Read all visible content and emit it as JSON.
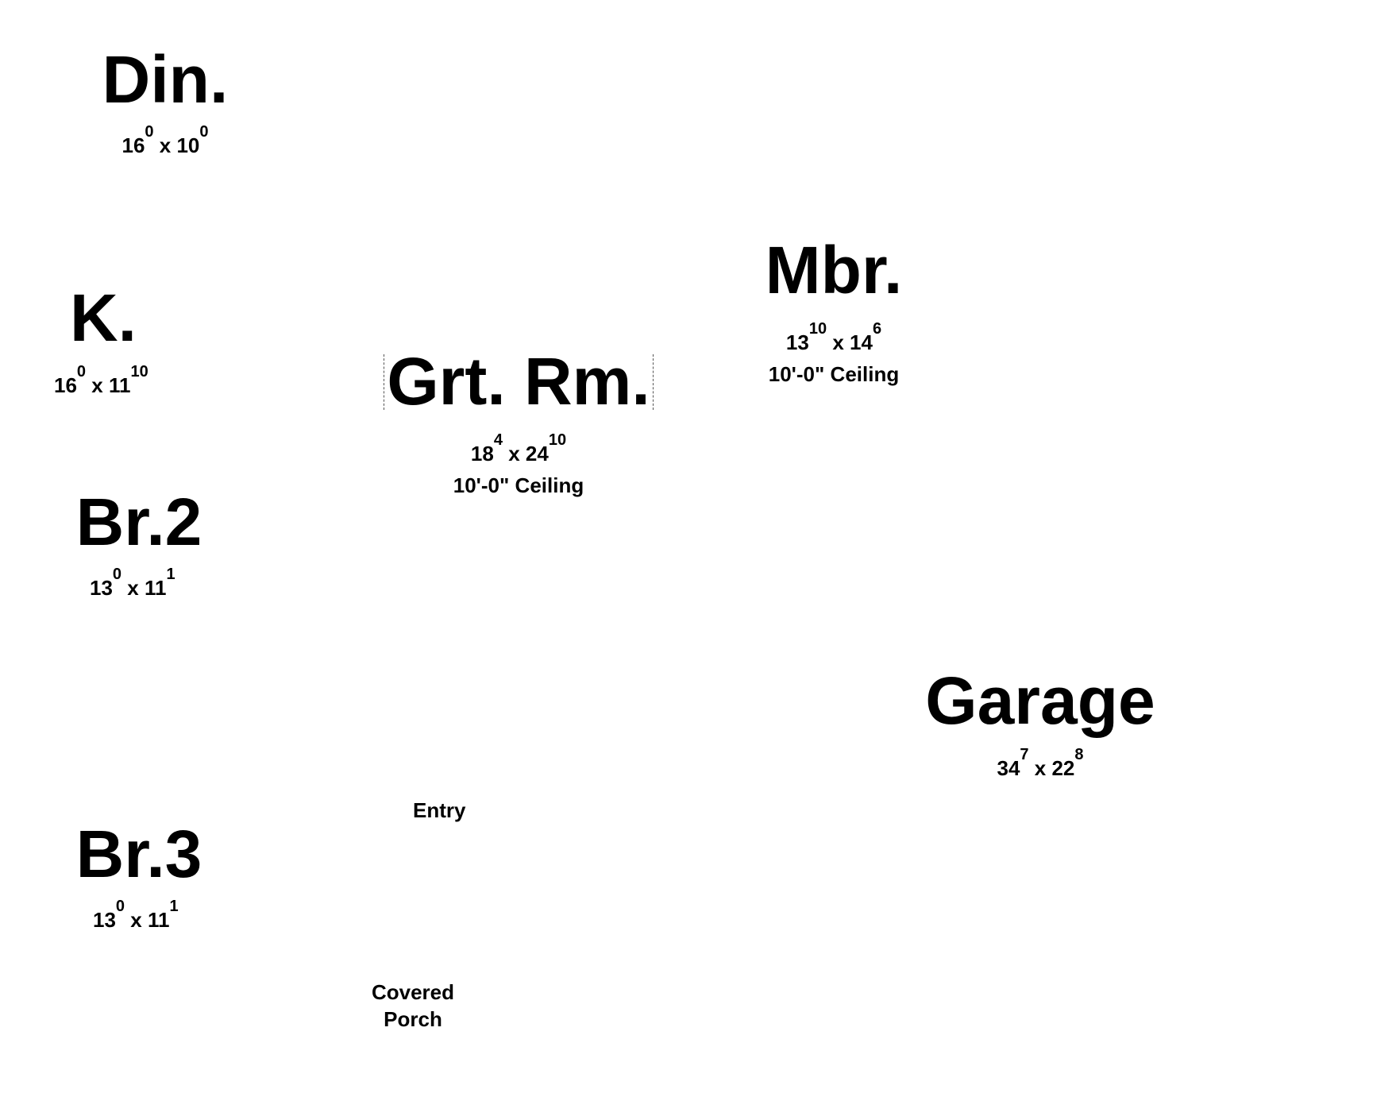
{
  "rooms": {
    "din": {
      "name": "Din.",
      "w": "16",
      "w_in": "0",
      "x": "x",
      "l": "10",
      "l_in": "0"
    },
    "k": {
      "name": "K.",
      "w": "16",
      "w_in": "0",
      "x": "x",
      "l": "11",
      "l_in": "10"
    },
    "grt": {
      "name": "Grt. Rm.",
      "w": "18",
      "w_in": "4",
      "x": "x",
      "l": "24",
      "l_in": "10",
      "ceiling": "10'-0\" Ceiling"
    },
    "mbr": {
      "name": "Mbr.",
      "w": "13",
      "w_in": "10",
      "x": "x",
      "l": "14",
      "l_in": "6",
      "ceiling": "10'-0\" Ceiling"
    },
    "br2": {
      "name": "Br.2",
      "w": "13",
      "w_in": "0",
      "x": "x",
      "l": "11",
      "l_in": "1"
    },
    "br3": {
      "name": "Br.3",
      "w": "13",
      "w_in": "0",
      "x": "x",
      "l": "11",
      "l_in": "1"
    },
    "garage": {
      "name": "Garage",
      "w": "34",
      "w_in": "7",
      "x": "x",
      "l": "22",
      "l_in": "8"
    }
  },
  "labels": {
    "entry": "Entry",
    "porch_line1": "Covered",
    "porch_line2": "Porch"
  }
}
